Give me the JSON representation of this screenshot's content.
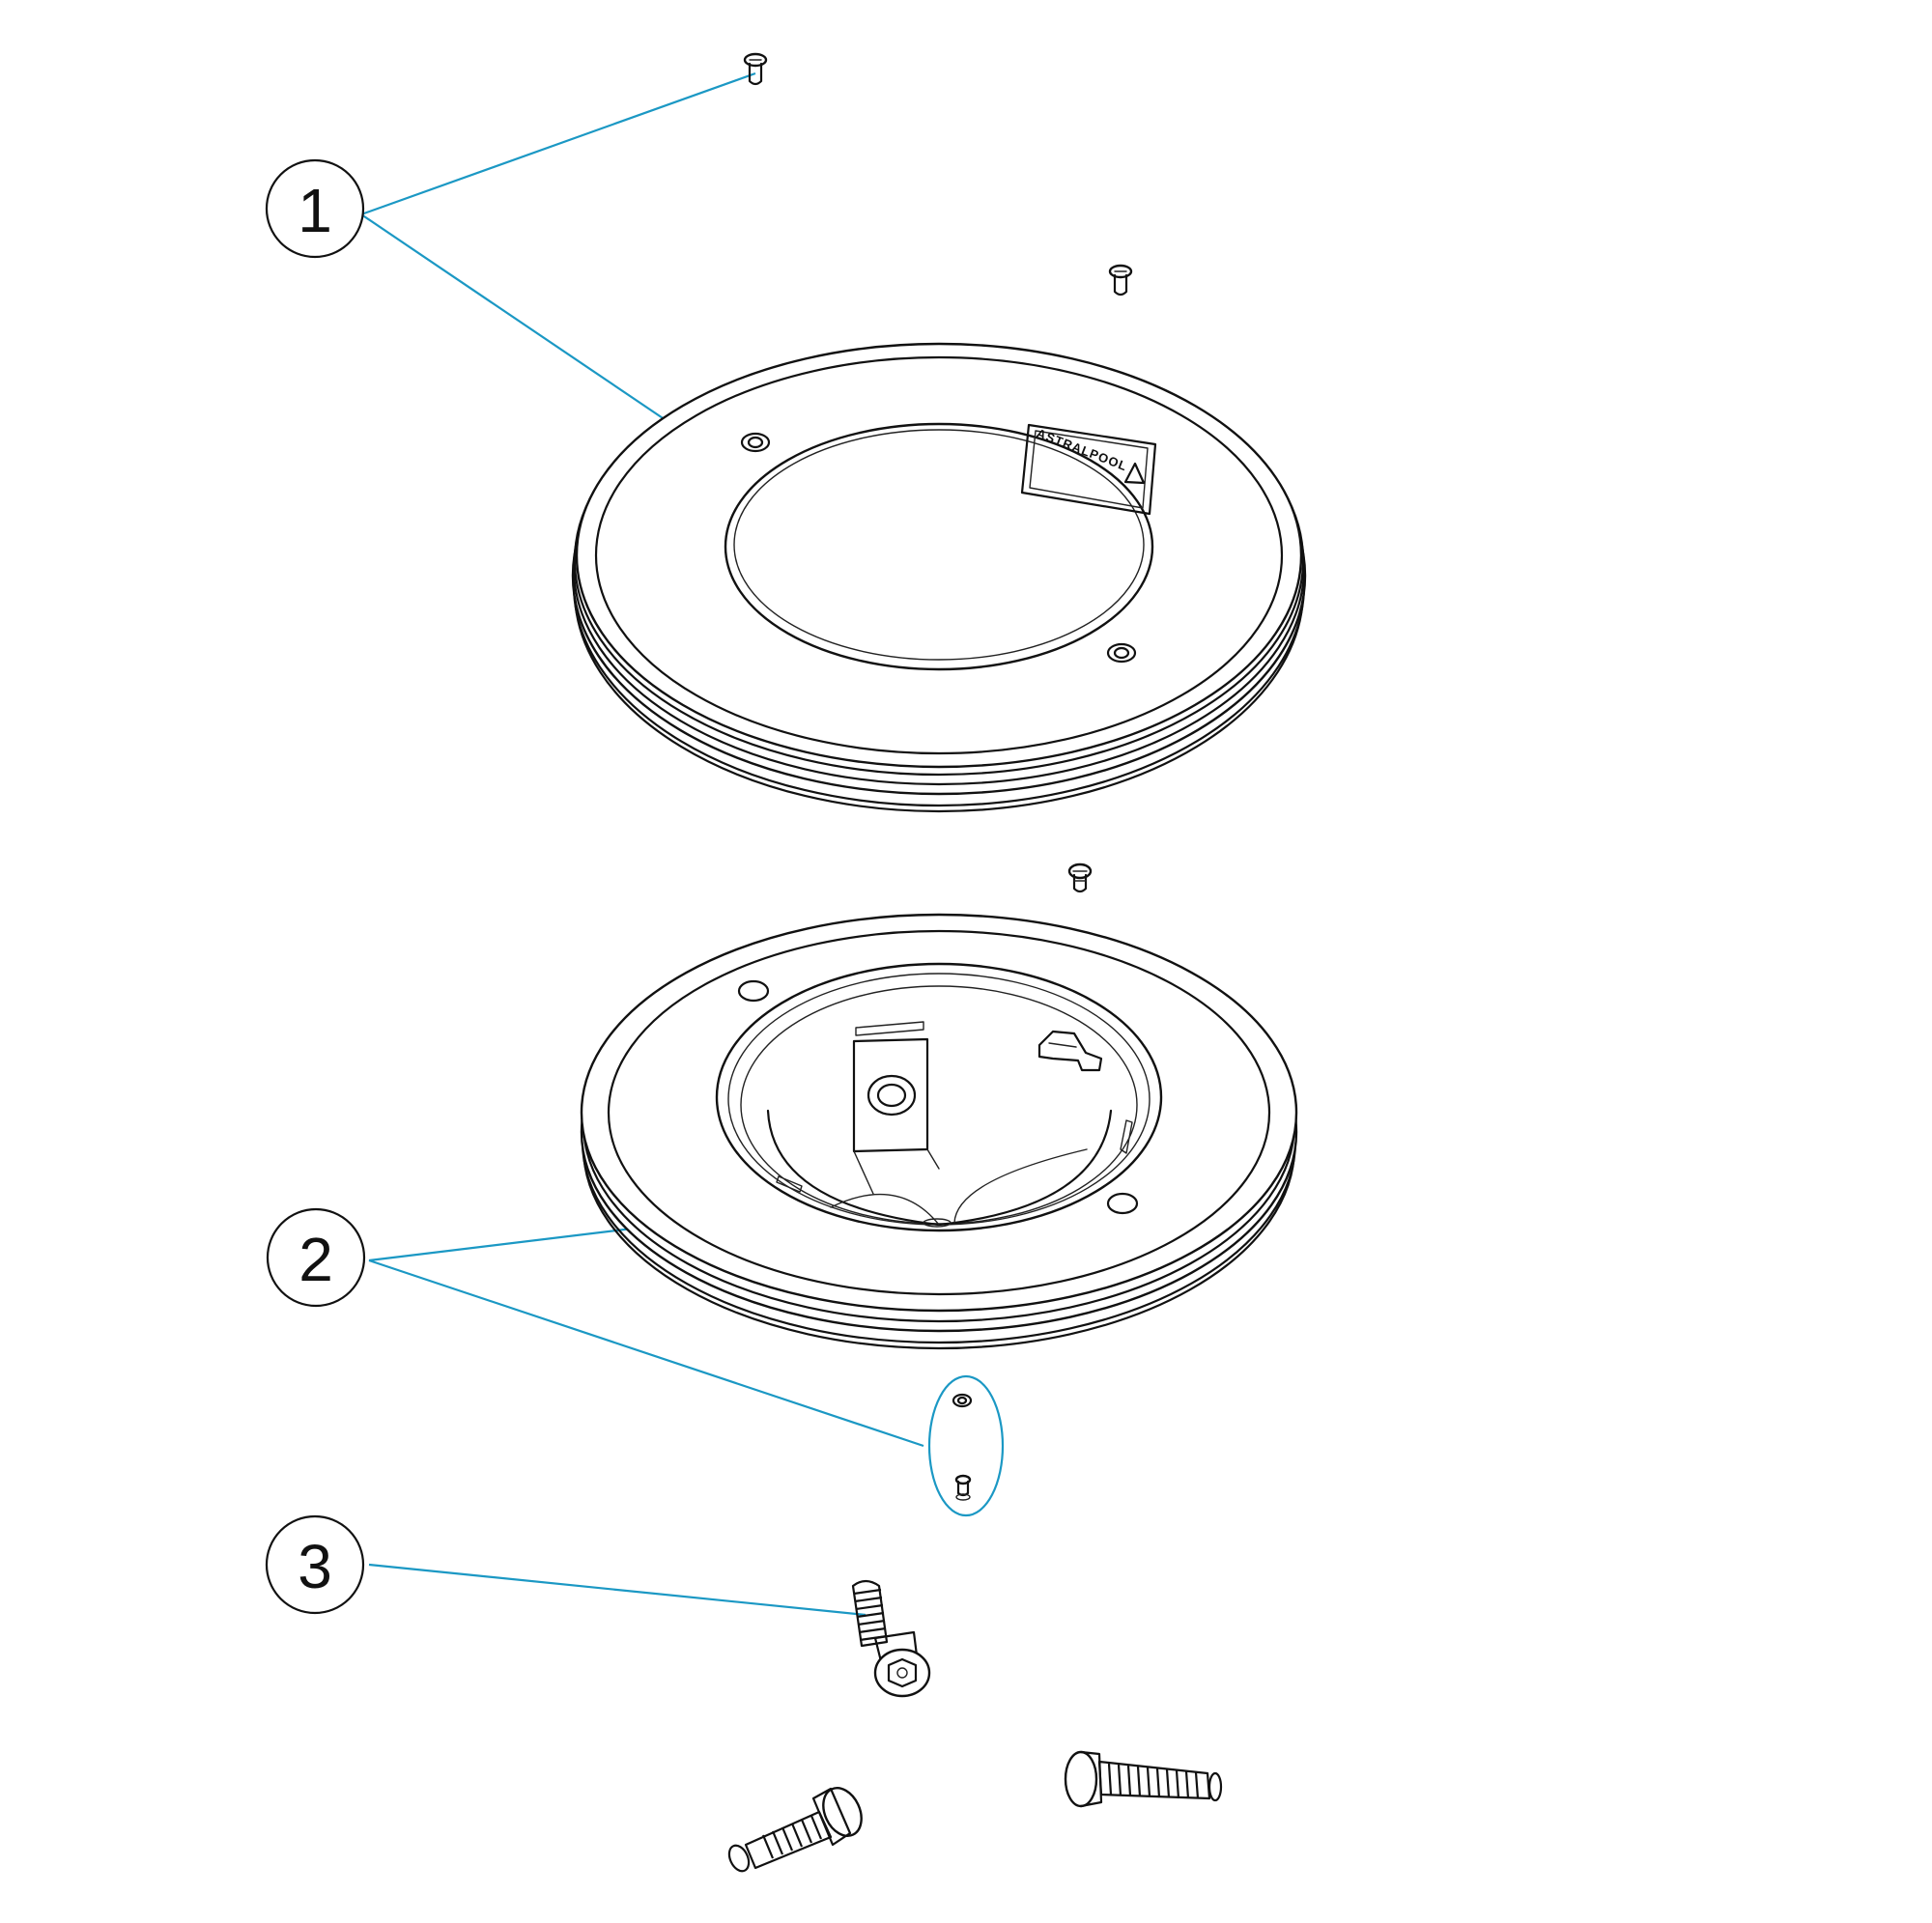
{
  "callouts": [
    {
      "id": "1",
      "label": "1"
    },
    {
      "id": "2",
      "label": "2"
    },
    {
      "id": "3",
      "label": "3"
    }
  ],
  "parts": {
    "cover_ring_logo": "ASTRALPOOL"
  },
  "colors": {
    "leader": "#1b98c4",
    "lines": "#111111",
    "background": "#ffffff"
  }
}
